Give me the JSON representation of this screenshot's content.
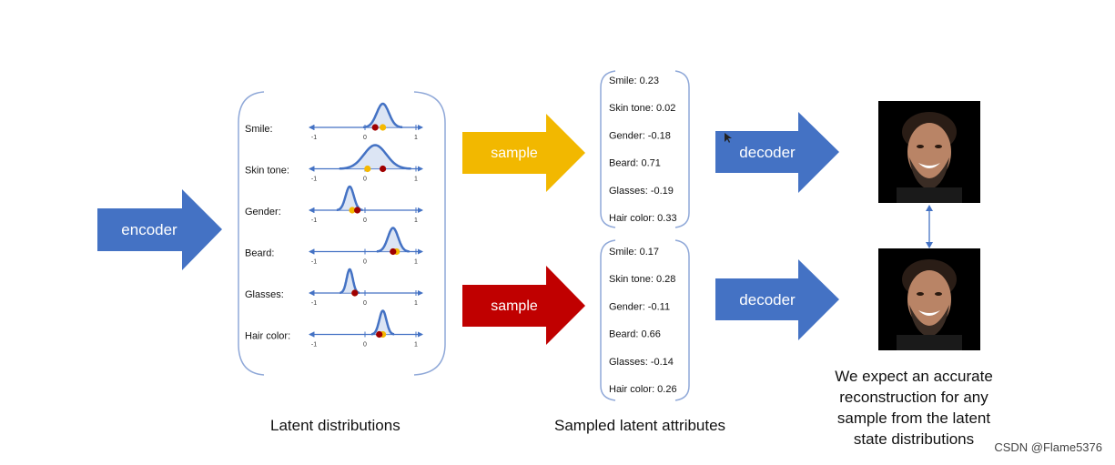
{
  "encoder": {
    "label": "encoder"
  },
  "latent": {
    "caption": "Latent distributions",
    "axis_ticks": [
      "-1",
      "0",
      "1"
    ],
    "attributes": [
      {
        "label": "Smile:",
        "mean": 0.35,
        "sd": 0.12,
        "red": 0.2,
        "yellow": 0.35
      },
      {
        "label": "Skin tone:",
        "mean": 0.2,
        "sd": 0.22,
        "red": 0.35,
        "yellow": 0.05
      },
      {
        "label": "Gender:",
        "mean": -0.3,
        "sd": 0.08,
        "red": -0.15,
        "yellow": -0.25
      },
      {
        "label": "Beard:",
        "mean": 0.55,
        "sd": 0.1,
        "red": 0.55,
        "yellow": 0.62
      },
      {
        "label": "Glasses:",
        "mean": -0.3,
        "sd": 0.06,
        "red": -0.2,
        "yellow": -0.2
      },
      {
        "label": "Hair color:",
        "mean": 0.35,
        "sd": 0.07,
        "red": 0.28,
        "yellow": 0.35
      }
    ]
  },
  "samples": {
    "caption": "Sampled latent attributes",
    "arrow_label": "sample",
    "top": {
      "color": "#f2b800",
      "values": [
        "Smile:  0.23",
        "Skin tone: 0.02",
        "Gender: -0.18",
        "Beard: 0.71",
        "Glasses: -0.19",
        "Hair color: 0.33"
      ]
    },
    "bottom": {
      "color": "#c00000",
      "values": [
        "Smile:  0.17",
        "Skin tone: 0.28",
        "Gender: -0.11",
        "Beard: 0.66",
        "Glasses: -0.14",
        "Hair color: 0.26"
      ]
    }
  },
  "decoder": {
    "label": "decoder"
  },
  "colors": {
    "blue": "#4472c4",
    "yellow": "#f2b800",
    "red": "#c00000",
    "dot_red": "#a00000",
    "dot_yellow": "#f5b800",
    "bracket": "#8fa8d8"
  },
  "output": {
    "caption_lines": [
      "We expect an accurate",
      "reconstruction for any",
      "sample from the latent",
      "state distributions"
    ]
  },
  "watermark": "CSDN @Flame5376"
}
